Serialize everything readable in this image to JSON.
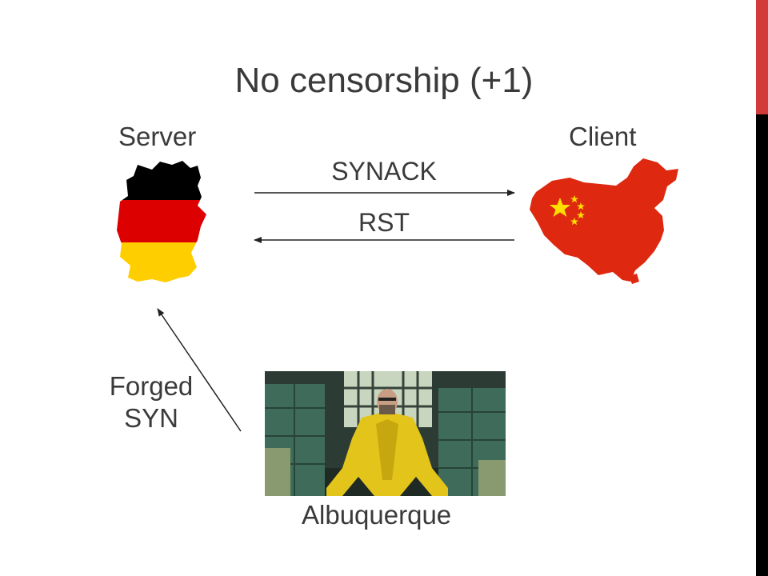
{
  "slide": {
    "title": "No censorship (+1)",
    "server_label": "Server",
    "client_label": "Client",
    "synack_label": "SYNACK",
    "rst_label": "RST",
    "forged_label_line1": "Forged",
    "forged_label_line2": "SYN",
    "photo_caption": "Albuquerque"
  },
  "colors": {
    "accent_bar": "#d33a3a",
    "germany_black": "#000000",
    "germany_red": "#dd0000",
    "germany_gold": "#ffce00",
    "china_red": "#de2910",
    "china_star": "#ffde00"
  },
  "icons": {
    "server": "germany-map-icon",
    "client": "china-map-icon"
  }
}
